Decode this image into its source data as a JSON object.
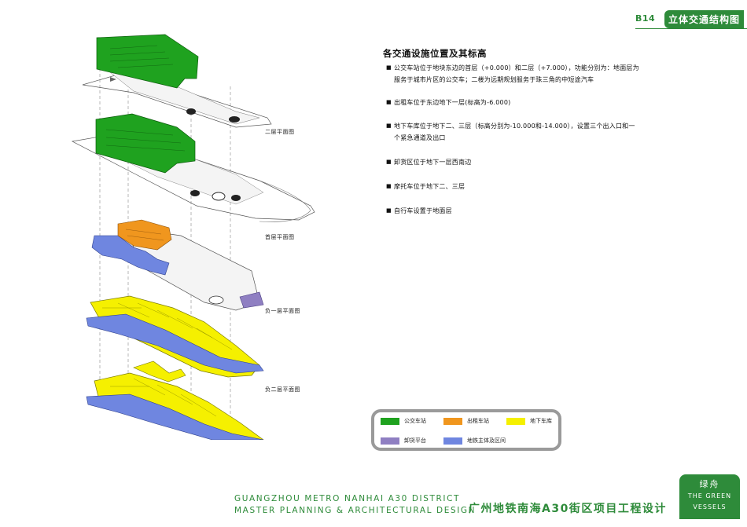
{
  "header": {
    "page_code": "B14",
    "page_tab": "立体交通结构图"
  },
  "floors": [
    {
      "label": "二层平面图"
    },
    {
      "label": "首层平面图"
    },
    {
      "label": "负一层平面图"
    },
    {
      "label": "负二层平面图"
    }
  ],
  "notes": {
    "title": "各交通设施位置及其标高",
    "items": [
      {
        "line1": "公交车站位于地块东边的首层（+0.000）和二层（+7.000），功能分别为：地面层为",
        "line2": "服务于城市片区的公交车；二楼为远期规划服务于珠三角的中短途汽车"
      },
      {
        "line1": "出租车位于东边地下一层(标高为-6.000)",
        "line2": ""
      },
      {
        "line1": "地下车库位于地下二、三层（标高分别为-10.000和-14.000），设置三个出入口和一",
        "line2": "个紧急通道及出口"
      },
      {
        "line1": "卸货区位于地下一层西南边",
        "line2": ""
      },
      {
        "line1": "摩托车位于地下二、三层",
        "line2": ""
      },
      {
        "line1": "自行车设置于地面层",
        "line2": ""
      }
    ]
  },
  "legend": {
    "items": [
      {
        "label": "公交车站",
        "color": "#1fa21f"
      },
      {
        "label": "出租车站",
        "color": "#f0961e"
      },
      {
        "label": "地下车库",
        "color": "#f5f000"
      },
      {
        "label": "卸货平台",
        "color": "#8f7fc2"
      },
      {
        "label": "地铁主体及区间",
        "color": "#6f86e0"
      }
    ]
  },
  "footer": {
    "en_line1": "GUANGZHOU METRO NANHAI A30 DISTRICT",
    "en_line2": "MASTER PLANNING & ARCHITECTURAL DESIGN",
    "cn_title": "广州地铁南海A30街区项目工程设计"
  },
  "badge": {
    "cn": "绿舟",
    "en_line1": "THE GREEN",
    "en_line2": "VESSELS"
  },
  "colors": {
    "brand_green": "#2e8b3a",
    "bus": "#1fa21f",
    "taxi": "#f0961e",
    "parking": "#f5f000",
    "unloading": "#8f7fc2",
    "metro": "#6f86e0"
  }
}
